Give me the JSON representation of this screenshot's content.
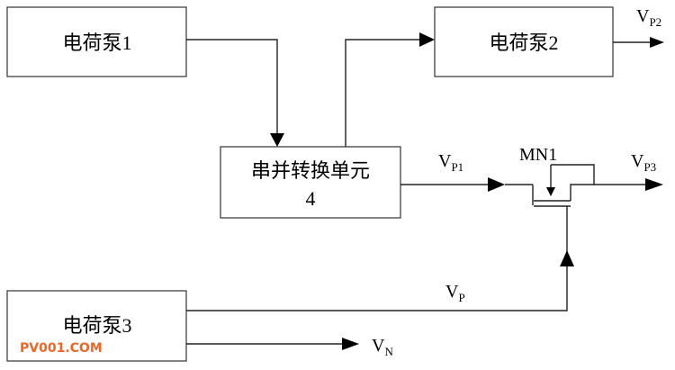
{
  "blocks": {
    "pump1": "电荷泵1",
    "pump2": "电荷泵2",
    "pump3": "电荷泵3",
    "converter_line1": "串并转换单元",
    "converter_line2": "4"
  },
  "transistor": {
    "name": "MN1"
  },
  "signals": {
    "vp2": {
      "main": "V",
      "sub": "P2"
    },
    "vp1": {
      "main": "V",
      "sub": "P1"
    },
    "vp3": {
      "main": "V",
      "sub": "P3"
    },
    "vp": {
      "main": "V",
      "sub": "P"
    },
    "vn": {
      "main": "V",
      "sub": "N"
    }
  },
  "watermark": {
    "text": "PV001.COM",
    "color": "#e8692a"
  }
}
